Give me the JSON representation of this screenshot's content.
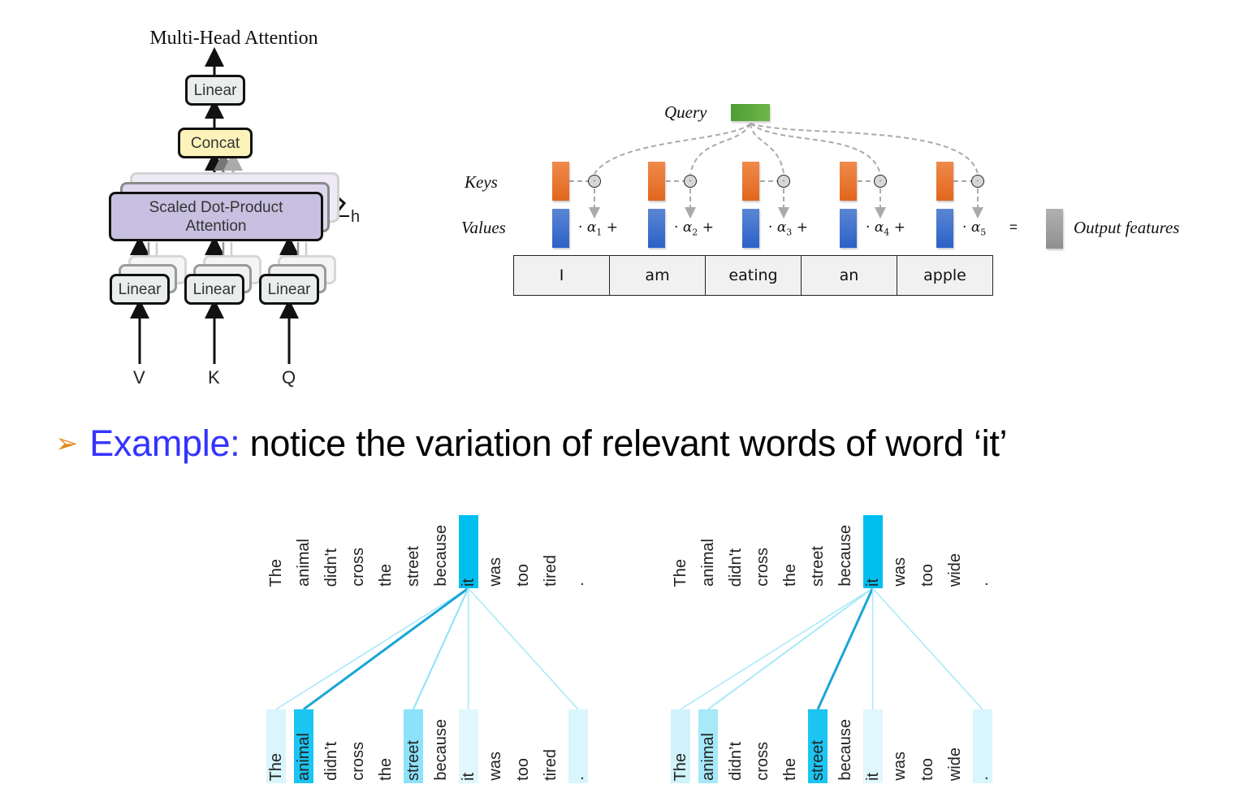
{
  "multihead": {
    "title": "Multi-Head Attention",
    "linear_top": "Linear",
    "concat": "Concat",
    "attention_line1": "Scaled Dot-Product",
    "attention_line2": "Attention",
    "heads_label": "h",
    "linears": [
      "Linear",
      "Linear",
      "Linear"
    ],
    "inputs": [
      "V",
      "K",
      "Q"
    ]
  },
  "attention_diagram": {
    "query_label": "Query",
    "keys_label": "Keys",
    "values_label": "Values",
    "alphas": [
      {
        "sym": "α",
        "sub": "1",
        "plus": true
      },
      {
        "sym": "α",
        "sub": "2",
        "plus": true
      },
      {
        "sym": "α",
        "sub": "3",
        "plus": true
      },
      {
        "sym": "α",
        "sub": "4",
        "plus": true
      },
      {
        "sym": "α",
        "sub": "5",
        "plus": false
      }
    ],
    "equals": "=",
    "output_label": "Output features",
    "tokens": [
      "I",
      "am",
      "eating",
      "an",
      "apple"
    ],
    "colors": {
      "query": "#5aa83c",
      "key": "#e8722f",
      "value": "#3a6fcb",
      "output": "#9e9e9e"
    }
  },
  "example": {
    "bullet": "➢",
    "label": "Example:",
    "text": " notice the variation of relevant words of word ‘it’"
  },
  "visualizations": [
    {
      "top_words": [
        "The",
        "animal",
        "didn't",
        "cross",
        "the",
        "street",
        "because",
        "it",
        "was",
        "too",
        "tired",
        "."
      ],
      "bottom_words": [
        "The",
        "animal",
        "didn’t",
        "cross",
        "the",
        "street",
        "because",
        "it",
        "was",
        "too",
        "tired",
        "."
      ],
      "focus_index": 7,
      "attention_weights": [
        0.15,
        0.9,
        0,
        0,
        0,
        0.45,
        0,
        0.12,
        0,
        0,
        0,
        0.15
      ]
    },
    {
      "top_words": [
        "The",
        "animal",
        "didn't",
        "cross",
        "the",
        "street",
        "because",
        "it",
        "was",
        "too",
        "wide",
        "."
      ],
      "bottom_words": [
        "The",
        "animal",
        "didn’t",
        "cross",
        "the",
        "street",
        "because",
        "it",
        "was",
        "too",
        "wide",
        "."
      ],
      "focus_index": 7,
      "attention_weights": [
        0.18,
        0.35,
        0,
        0,
        0,
        0.9,
        0,
        0.12,
        0,
        0,
        0,
        0.15
      ]
    }
  ],
  "highlight_color": "#00bfef"
}
